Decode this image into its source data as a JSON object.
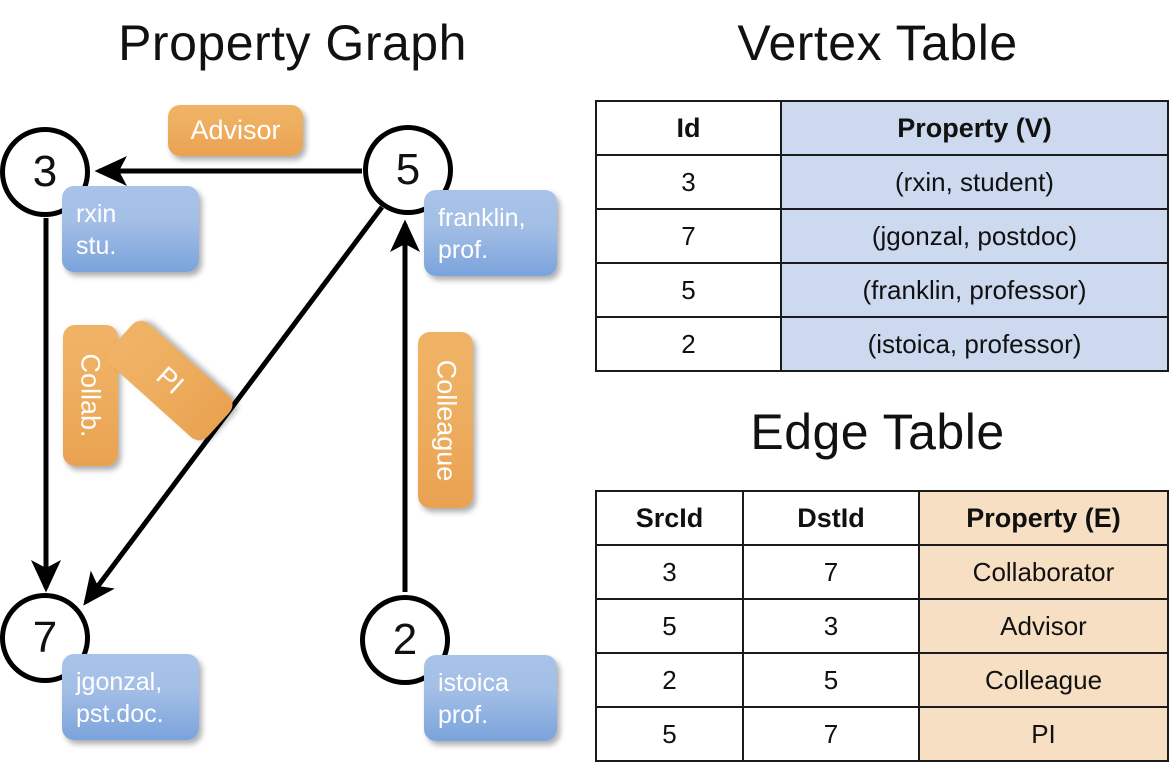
{
  "titles": {
    "property_graph": "Property Graph",
    "vertex_table": "Vertex Table",
    "edge_table": "Edge Table"
  },
  "graph": {
    "nodes": [
      {
        "id": "3",
        "name": "node-3",
        "property_lines": [
          "rxin",
          "stu."
        ]
      },
      {
        "id": "5",
        "name": "node-5",
        "property_lines": [
          "franklin,",
          "prof."
        ]
      },
      {
        "id": "7",
        "name": "node-7",
        "property_lines": [
          "jgonzal,",
          "pst.doc."
        ]
      },
      {
        "id": "2",
        "name": "node-2",
        "property_lines": [
          "istoica",
          "prof."
        ]
      }
    ],
    "node_labels": {
      "n3": "3",
      "n5": "5",
      "n7": "7",
      "n2": "2"
    },
    "property_boxes": {
      "rxin": {
        "line1": "rxin",
        "line2": "stu."
      },
      "franklin": {
        "line1": "franklin,",
        "line2": "prof."
      },
      "jgonzal": {
        "line1": "jgonzal,",
        "line2": "pst.doc."
      },
      "istoica": {
        "line1": "istoica",
        "line2": "prof."
      }
    },
    "edge_labels": {
      "advisor": "Advisor",
      "collab": "Collab.",
      "pi": "PI",
      "colleague": "Colleague"
    },
    "edges": [
      {
        "from": "5",
        "to": "3",
        "label": "Advisor"
      },
      {
        "from": "3",
        "to": "7",
        "label": "Collab."
      },
      {
        "from": "5",
        "to": "7",
        "label": "PI"
      },
      {
        "from": "2",
        "to": "5",
        "label": "Colleague"
      }
    ]
  },
  "vertex_table": {
    "headers": [
      "Id",
      "Property (V)"
    ],
    "rows": [
      {
        "id": "3",
        "property": "(rxin, student)"
      },
      {
        "id": "7",
        "property": "(jgonzal, postdoc)"
      },
      {
        "id": "5",
        "property": "(franklin, professor)"
      },
      {
        "id": "2",
        "property": "(istoica, professor)"
      }
    ]
  },
  "edge_table": {
    "headers": [
      "SrcId",
      "DstId",
      "Property (E)"
    ],
    "rows": [
      {
        "src": "3",
        "dst": "7",
        "property": "Collaborator"
      },
      {
        "src": "5",
        "dst": "3",
        "property": "Advisor"
      },
      {
        "src": "2",
        "dst": "5",
        "property": "Colleague"
      },
      {
        "src": "5",
        "dst": "7",
        "property": "PI"
      }
    ]
  },
  "colors": {
    "vertex_property_fill": "#ccd9ef",
    "edge_property_fill": "#f7dfc4",
    "node_property_box": "#7aa3dc",
    "edge_label_box": "#eeae5f",
    "stroke": "#000000",
    "background": "#ffffff"
  }
}
